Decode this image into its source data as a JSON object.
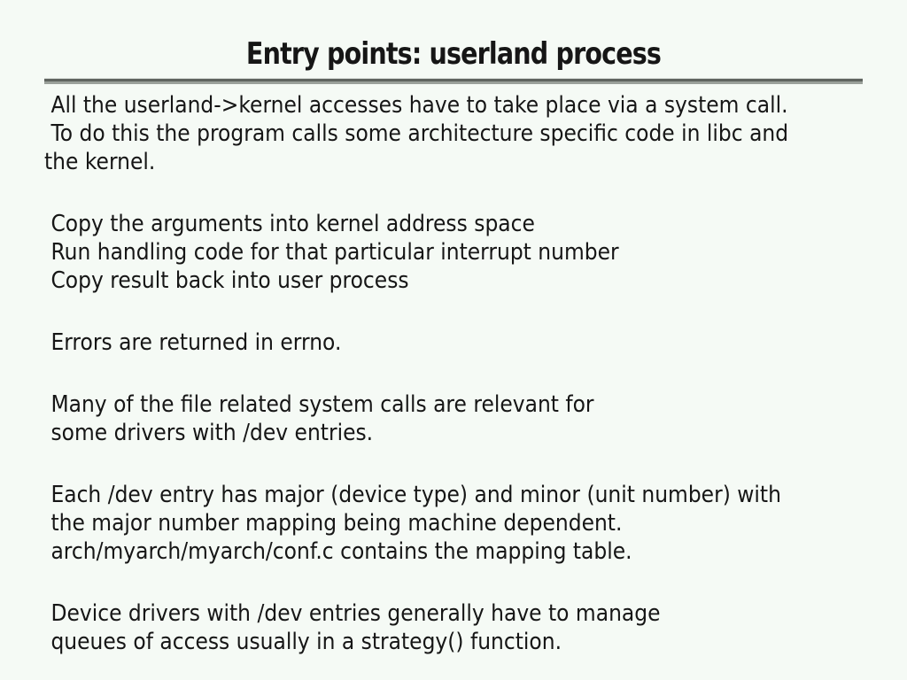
{
  "slide": {
    "title": "Entry points: userland process",
    "background_color": "#f5faf5",
    "text_color": "#161616",
    "divider": {
      "top_color": "#dbe0db",
      "dark_color": "#5f645f",
      "light_color": "#9aa09a"
    },
    "paragraphs": [
      {
        "lines": [
          " All the userland->kernel accesses have to take place via a system call.",
          " To do this the program calls some architecture specific code in libc and",
          "the kernel."
        ]
      },
      {
        "lines": [
          " Copy the arguments into kernel address space",
          " Run handling code for that particular interrupt number",
          " Copy result back into user process"
        ]
      },
      {
        "lines": [
          " Errors are returned in errno."
        ]
      },
      {
        "lines": [
          " Many of the file related system calls are relevant for",
          " some drivers with /dev entries."
        ]
      },
      {
        "lines": [
          " Each /dev entry has major (device type) and minor (unit number) with",
          " the major number mapping being machine dependent.",
          " arch/myarch/myarch/conf.c contains the mapping table."
        ]
      },
      {
        "lines": [
          " Device drivers with /dev entries generally have to manage",
          " queues of access usually in a strategy() function."
        ]
      }
    ]
  }
}
